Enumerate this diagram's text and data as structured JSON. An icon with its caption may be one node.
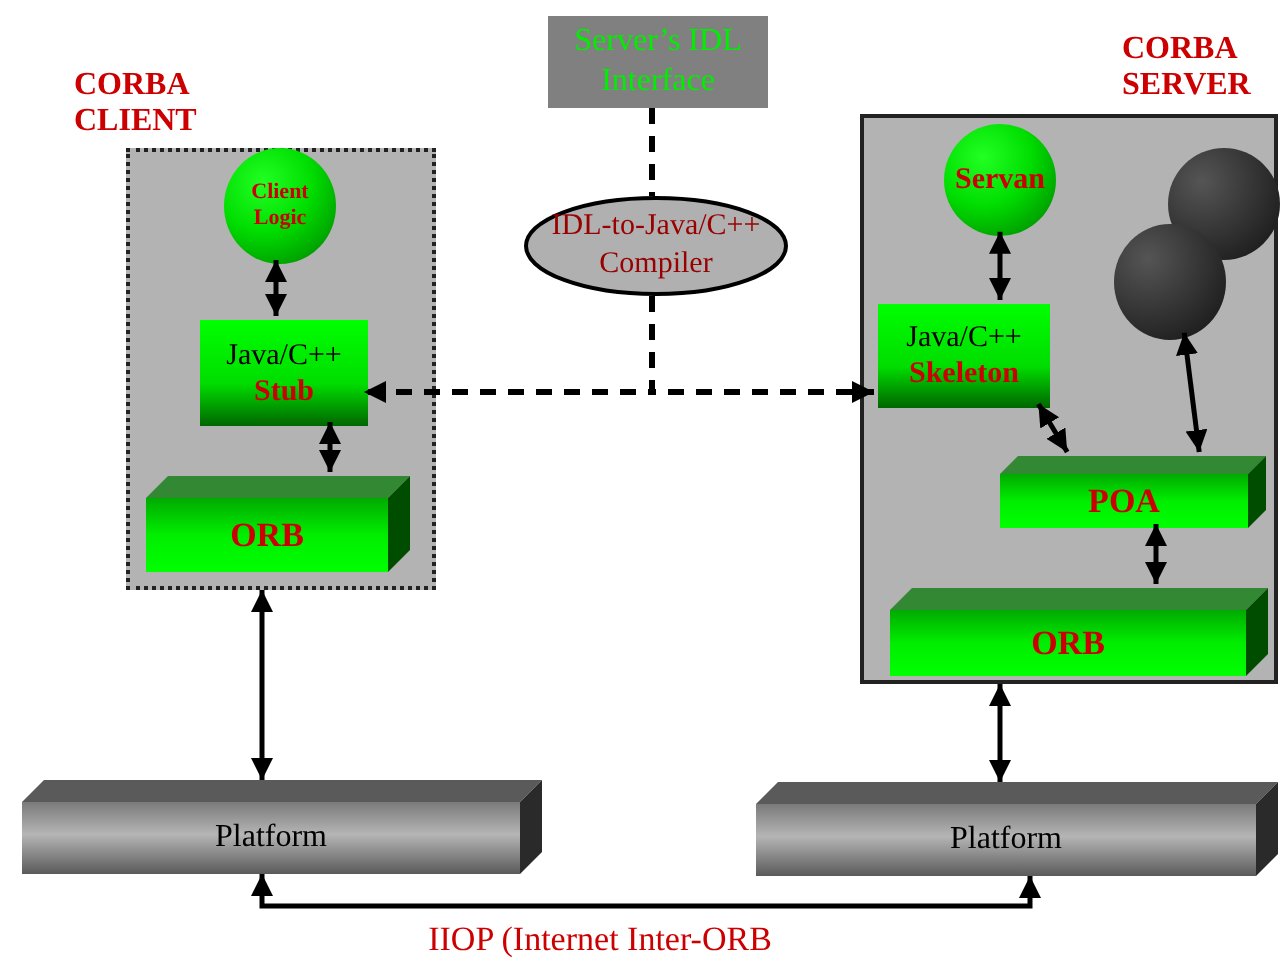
{
  "diagram": {
    "nodes": [
      {
        "text": [
          "CORBA CLIENT"
        ]
      },
      {
        "text": [
          "Client Logic"
        ],
        "in": 0
      },
      {
        "text": [
          "Java/C++",
          "Stub"
        ],
        "in": 0
      },
      {
        "text": [
          "ORB"
        ],
        "in": 0
      },
      {
        "text": [
          "Server’s IDL Interface"
        ]
      },
      {
        "text": [
          "IDL-to-Java/C++ Compiler"
        ]
      },
      {
        "text": [
          "CORBA SERVER"
        ]
      },
      {
        "text": [
          "Servan"
        ],
        "in": 6
      },
      {
        "text": [],
        "shape": "circle",
        "in": 6
      },
      {
        "text": [],
        "shape": "circle",
        "in": 6
      },
      {
        "text": [
          "Java/C++",
          "Skeleton"
        ],
        "in": 6
      },
      {
        "text": [
          "POA"
        ],
        "in": 6
      },
      {
        "text": [
          "ORB"
        ],
        "in": 6
      },
      {
        "text": [
          "Platform"
        ]
      },
      {
        "text": [
          "Platform"
        ]
      }
    ],
    "edges": [
      {
        "from": 1,
        "to": 2,
        "arrow": "both"
      },
      {
        "from": 2,
        "to": 3,
        "arrow": "both"
      },
      {
        "from": 0,
        "to": 13,
        "arrow": "both"
      },
      {
        "from": 4,
        "to": 5,
        "arrow": "none",
        "style": "dashed"
      },
      {
        "from": 5,
        "to": 2,
        "arrow": "to",
        "style": "dashed"
      },
      {
        "from": 5,
        "to": 10,
        "arrow": "to",
        "style": "dashed"
      },
      {
        "from": 7,
        "to": 10,
        "arrow": "both"
      },
      {
        "from": 10,
        "to": 11,
        "arrow": "both"
      },
      {
        "from": 9,
        "to": 11,
        "arrow": "both"
      },
      {
        "from": 11,
        "to": 12,
        "arrow": "both"
      },
      {
        "from": 6,
        "to": 14,
        "arrow": "both"
      },
      {
        "from": 13,
        "to": 14,
        "arrow": "both",
        "label": "IIOP (Internet Inter-ORB"
      }
    ]
  }
}
